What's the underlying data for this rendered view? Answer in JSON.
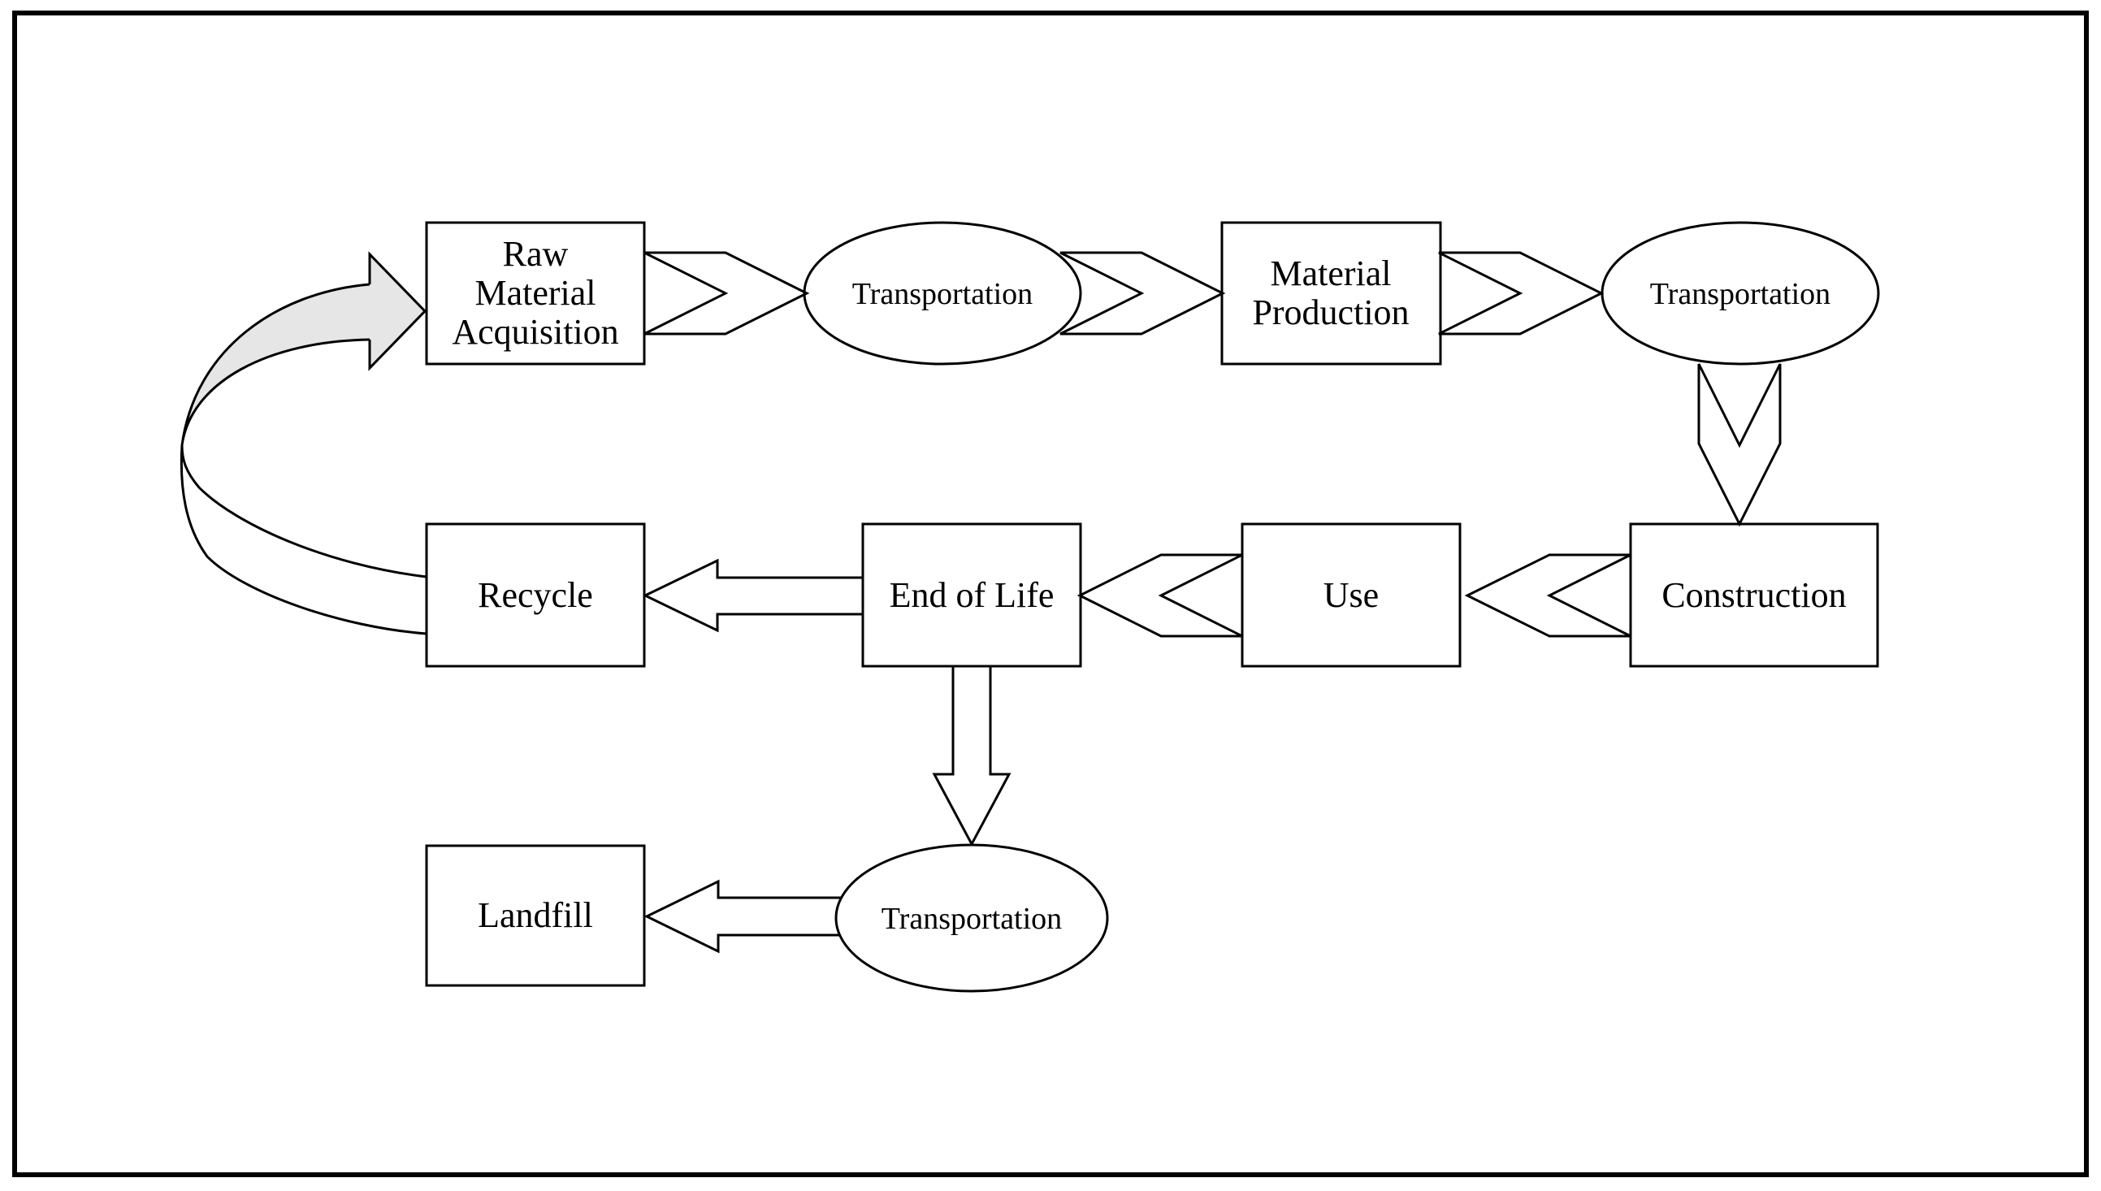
{
  "colors": {
    "line": "#000000",
    "shape_fill": "#ffffff",
    "curved_arrow_fill": "#e6e6e6"
  },
  "nodes": {
    "raw_material_acquisition": {
      "lines": [
        "Raw",
        "Material",
        "Acquisition"
      ]
    },
    "transportation_top": {
      "label": "Transportation"
    },
    "material_production": {
      "lines": [
        "Material",
        "Production"
      ]
    },
    "transportation_right": {
      "label": "Transportation"
    },
    "construction": {
      "label": "Construction"
    },
    "use": {
      "label": "Use"
    },
    "end_of_life": {
      "label": "End of Life"
    },
    "recycle": {
      "label": "Recycle"
    },
    "transportation_bottom": {
      "label": "Transportation"
    },
    "landfill": {
      "label": "Landfill"
    }
  }
}
